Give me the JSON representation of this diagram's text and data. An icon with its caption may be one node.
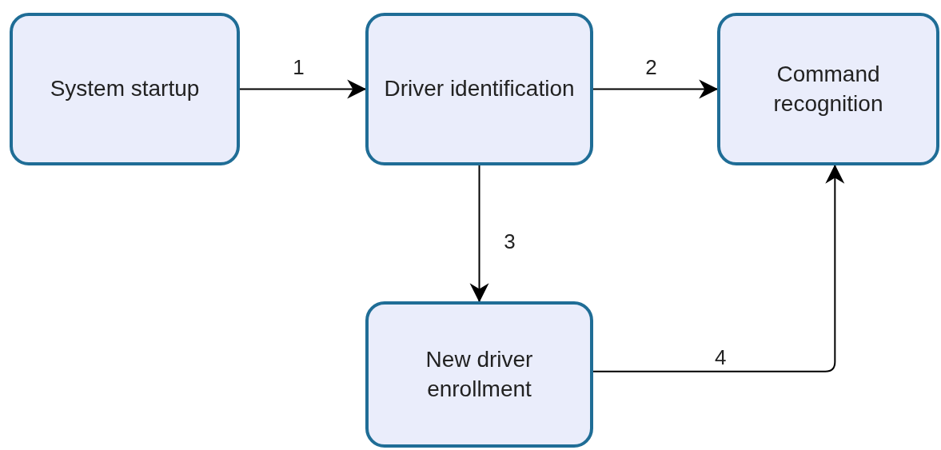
{
  "diagram": {
    "nodes": [
      {
        "text": [
          "System startup"
        ]
      },
      {
        "text": [
          "Driver identification"
        ]
      },
      {
        "text": [
          "Command recognition"
        ]
      },
      {
        "text": [
          "New driver enrollment"
        ]
      }
    ],
    "edges": [
      {
        "from": 0,
        "to": 1,
        "arrow": "to",
        "label": "1"
      },
      {
        "from": 1,
        "to": 2,
        "arrow": "to",
        "label": "2"
      },
      {
        "from": 1,
        "to": 3,
        "arrow": "to",
        "label": "3"
      },
      {
        "from": 3,
        "to": 2,
        "arrow": "to",
        "label": "4"
      }
    ]
  }
}
